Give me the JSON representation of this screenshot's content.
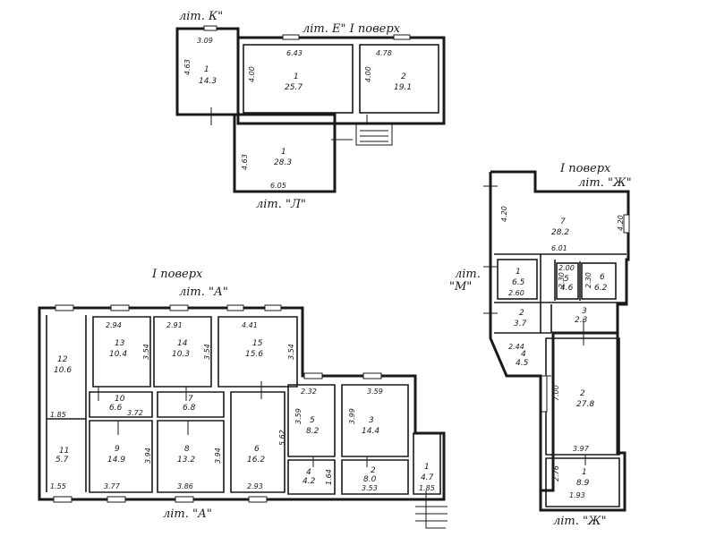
{
  "labels": {
    "lit_k": "літ. К\"",
    "lit_e": "літ. Е\"  I поверх",
    "lit_a_top": "літ. \"Л\"",
    "floor_right": "I поверх",
    "lit_zh_top": "літ. \"Ж\"",
    "lit_m": "літ.",
    "lit_m2": "\"М\"",
    "floor_left": "I поверх",
    "lit_a_left_top": "літ. \"А\"",
    "lit_a_left_bottom": "літ. \"А\"",
    "lit_zh_bottom": "літ. \"Ж\""
  },
  "rooms": {
    "k1": {
      "num": "1",
      "area": "14.3"
    },
    "e1": {
      "num": "1",
      "area": "25.7"
    },
    "e2": {
      "num": "2",
      "area": "19.1"
    },
    "l1": {
      "num": "1",
      "area": "28.3"
    },
    "zh7": {
      "num": "7",
      "area": "28.2"
    },
    "m1": {
      "num": "1",
      "area": "6.5"
    },
    "zh5": {
      "num": "5",
      "area": "4.6"
    },
    "zh6": {
      "num": "6",
      "area": "6.2"
    },
    "zh3": {
      "num": "3",
      "area": "2.3"
    },
    "m2": {
      "num": "2",
      "area": "3.7"
    },
    "zh4": {
      "num": "4",
      "area": "4.5"
    },
    "zh2": {
      "num": "2",
      "area": "27.8"
    },
    "zh1": {
      "num": "1",
      "area": "8.9"
    },
    "a12": {
      "num": "12",
      "area": "10.6"
    },
    "a13": {
      "num": "13",
      "area": "10.4"
    },
    "a14": {
      "num": "14",
      "area": "10.3"
    },
    "a15": {
      "num": "15",
      "area": "15.6"
    },
    "a10": {
      "num": "10",
      "area": "6.6"
    },
    "a7": {
      "num": "7",
      "area": "6.8"
    },
    "a11": {
      "num": "11",
      "area": "5.7"
    },
    "a9": {
      "num": "9",
      "area": "14.9"
    },
    "a8": {
      "num": "8",
      "area": "13.2"
    },
    "a6": {
      "num": "6",
      "area": "16.2"
    },
    "a5": {
      "num": "5",
      "area": "8.2"
    },
    "a3": {
      "num": "3",
      "area": "14.4"
    },
    "a4": {
      "num": "4",
      "area": "4.2"
    },
    "a2": {
      "num": "2",
      "area": "8.0"
    },
    "a1": {
      "num": "1",
      "area": "4.7"
    }
  },
  "dims": {
    "k_w": "3.09",
    "k_h": "4.63",
    "e1_w": "6.43",
    "e1_h": "4.00",
    "e2_w": "4.78",
    "e2_h": "4.00",
    "l_h": "4.63",
    "l_w": "6.05",
    "zh7_h": "4.20",
    "zh7_h2": "4.20",
    "zh7_w": "6.01",
    "m1_w": "2.60",
    "zh5_w": "2.00",
    "zh5_h": "2.30",
    "zh6_h": "2.30",
    "zh4_w": "2.44",
    "zh2_h": "7.00",
    "zh2_w": "3.97",
    "zh1_h": "2.76",
    "zh1_w": "1.93",
    "a13_w": "2.94",
    "a13_h": "3.54",
    "a14_w": "2.91",
    "a14_h": "3.54",
    "a15_w": "4.41",
    "a15_h": "3.54",
    "a10_w": "3.72",
    "a12_h": "1.85",
    "a5_w": "2.32",
    "a5_h": "3.59",
    "a3_w": "3.59",
    "a3_h": "3.99",
    "a9_h": "3.94",
    "a8_h": "3.94",
    "a6_h": "5.62",
    "a11_w": "1.55",
    "a9_w": "3.77",
    "a8_w": "3.86",
    "a6_w": "2.93",
    "a2_w": "3.53",
    "a1_w": "1.85",
    "a4_h": "1.64"
  }
}
